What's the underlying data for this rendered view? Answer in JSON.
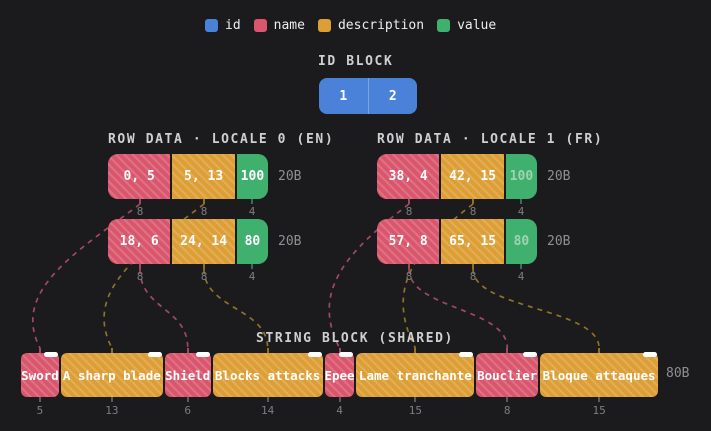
{
  "legend": {
    "items": [
      {
        "label": "id",
        "swatch": "id-swatch-icon",
        "color": "#4a81d9"
      },
      {
        "label": "name",
        "swatch": "name-swatch-icon",
        "color": "#d9566d"
      },
      {
        "label": "description",
        "swatch": "description-swatch-icon",
        "color": "#dd9e35"
      },
      {
        "label": "value",
        "swatch": "value-swatch-icon",
        "color": "#3fb06e"
      }
    ]
  },
  "id_block": {
    "title": "ID BLOCK",
    "cells": [
      "1",
      "2"
    ]
  },
  "row_sections": [
    {
      "title": "ROW DATA · LOCALE 0 (EN)",
      "rows": [
        {
          "size_label": "20B",
          "cells": [
            {
              "type": "name",
              "text": "0, 5",
              "bytes": "8"
            },
            {
              "type": "description",
              "text": "5, 13",
              "bytes": "8"
            },
            {
              "type": "value",
              "text": "100",
              "bytes": "4",
              "dim": false
            }
          ]
        },
        {
          "size_label": "20B",
          "cells": [
            {
              "type": "name",
              "text": "18, 6",
              "bytes": "8"
            },
            {
              "type": "description",
              "text": "24, 14",
              "bytes": "8"
            },
            {
              "type": "value",
              "text": "80",
              "bytes": "4",
              "dim": false
            }
          ]
        }
      ]
    },
    {
      "title": "ROW DATA · LOCALE 1 (FR)",
      "rows": [
        {
          "size_label": "20B",
          "cells": [
            {
              "type": "name",
              "text": "38, 4",
              "bytes": "8"
            },
            {
              "type": "description",
              "text": "42, 15",
              "bytes": "8"
            },
            {
              "type": "value",
              "text": "100",
              "bytes": "4",
              "dim": true
            }
          ]
        },
        {
          "size_label": "20B",
          "cells": [
            {
              "type": "name",
              "text": "57, 8",
              "bytes": "8"
            },
            {
              "type": "description",
              "text": "65, 15",
              "bytes": "8"
            },
            {
              "type": "value",
              "text": "80",
              "bytes": "4",
              "dim": true
            }
          ]
        }
      ]
    }
  ],
  "string_block": {
    "title": "STRING BLOCK (SHARED)",
    "size_label": "80B",
    "cells": [
      {
        "text": "Sword",
        "type": "name",
        "bytes": "5"
      },
      {
        "text": "A sharp blade",
        "type": "description",
        "bytes": "13"
      },
      {
        "text": "Shield",
        "type": "name",
        "bytes": "6"
      },
      {
        "text": "Blocks attacks",
        "type": "description",
        "bytes": "14"
      },
      {
        "text": "Epee",
        "type": "name",
        "bytes": "4"
      },
      {
        "text": "Lame tranchante",
        "type": "description",
        "bytes": "15"
      },
      {
        "text": "Bouclier",
        "type": "name",
        "bytes": "8"
      },
      {
        "text": "Bloque attaques",
        "type": "description",
        "bytes": "15"
      }
    ]
  },
  "links": [
    {
      "section": 0,
      "row": 0,
      "field": "name",
      "string": 0
    },
    {
      "section": 0,
      "row": 0,
      "field": "description",
      "string": 1
    },
    {
      "section": 0,
      "row": 1,
      "field": "name",
      "string": 2
    },
    {
      "section": 0,
      "row": 1,
      "field": "description",
      "string": 3
    },
    {
      "section": 1,
      "row": 0,
      "field": "name",
      "string": 4
    },
    {
      "section": 1,
      "row": 0,
      "field": "description",
      "string": 5
    },
    {
      "section": 1,
      "row": 1,
      "field": "name",
      "string": 6
    },
    {
      "section": 1,
      "row": 1,
      "field": "description",
      "string": 7
    }
  ],
  "colors": {
    "background": "#1b1b1d",
    "id": "#4a81d9",
    "name": "#d9566d",
    "description": "#dd9e35",
    "value": "#3fb06e",
    "value_dim_text": "#9fd3b1",
    "link_name": "#a04a5e",
    "link_description": "#8f7226",
    "value_tick": "#35714f",
    "string_bottom_tick": "#5a5a5a"
  }
}
